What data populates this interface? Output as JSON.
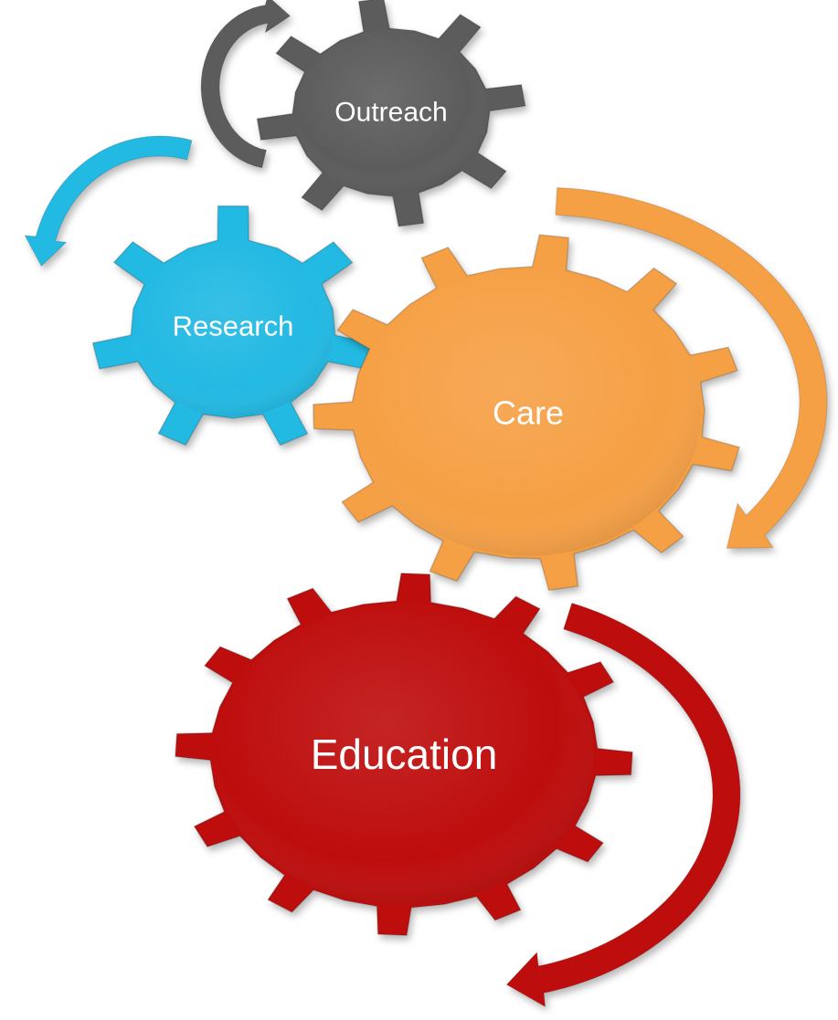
{
  "diagram": {
    "gears": [
      {
        "id": "outreach",
        "label": "Outreach",
        "color": "#5b5b5d"
      },
      {
        "id": "research",
        "label": "Research",
        "color": "#22b9e3"
      },
      {
        "id": "care",
        "label": "Care",
        "color": "#f6a045"
      },
      {
        "id": "education",
        "label": "Education",
        "color": "#be0c0c"
      }
    ],
    "arrows": [
      {
        "id": "arrow-outreach",
        "color": "#5b5b5d"
      },
      {
        "id": "arrow-research",
        "color": "#22b9e3"
      },
      {
        "id": "arrow-care",
        "color": "#f6a045"
      },
      {
        "id": "arrow-education",
        "color": "#be0c0c"
      }
    ]
  }
}
